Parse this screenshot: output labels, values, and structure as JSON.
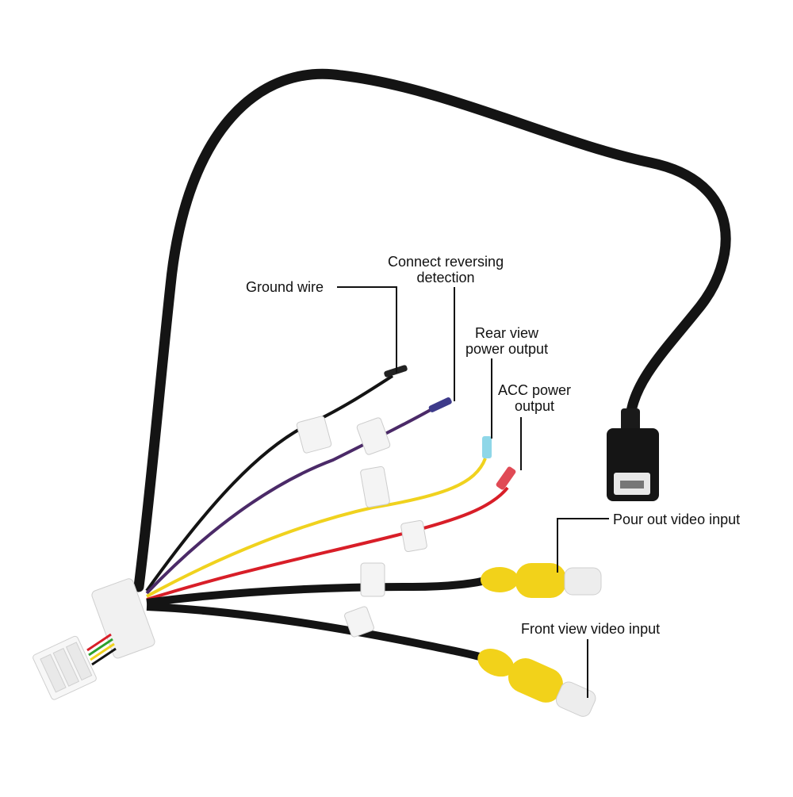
{
  "labels": {
    "ground_wire": [
      "Ground wire"
    ],
    "reversing": [
      "Connect reversing",
      "detection"
    ],
    "rear_power": [
      "Rear view",
      "power output"
    ],
    "acc_power": [
      "ACC power",
      "output"
    ],
    "pour_out_video": [
      "Pour out video input"
    ],
    "front_video": [
      "Front view video input"
    ]
  },
  "colors": {
    "cable_black": "#141414",
    "wire_purple": "#4b2a68",
    "wire_yellow": "#f0d21e",
    "wire_red": "#d81e28",
    "rca_yellow": "#f2d21a",
    "leader_line": "#111111"
  }
}
